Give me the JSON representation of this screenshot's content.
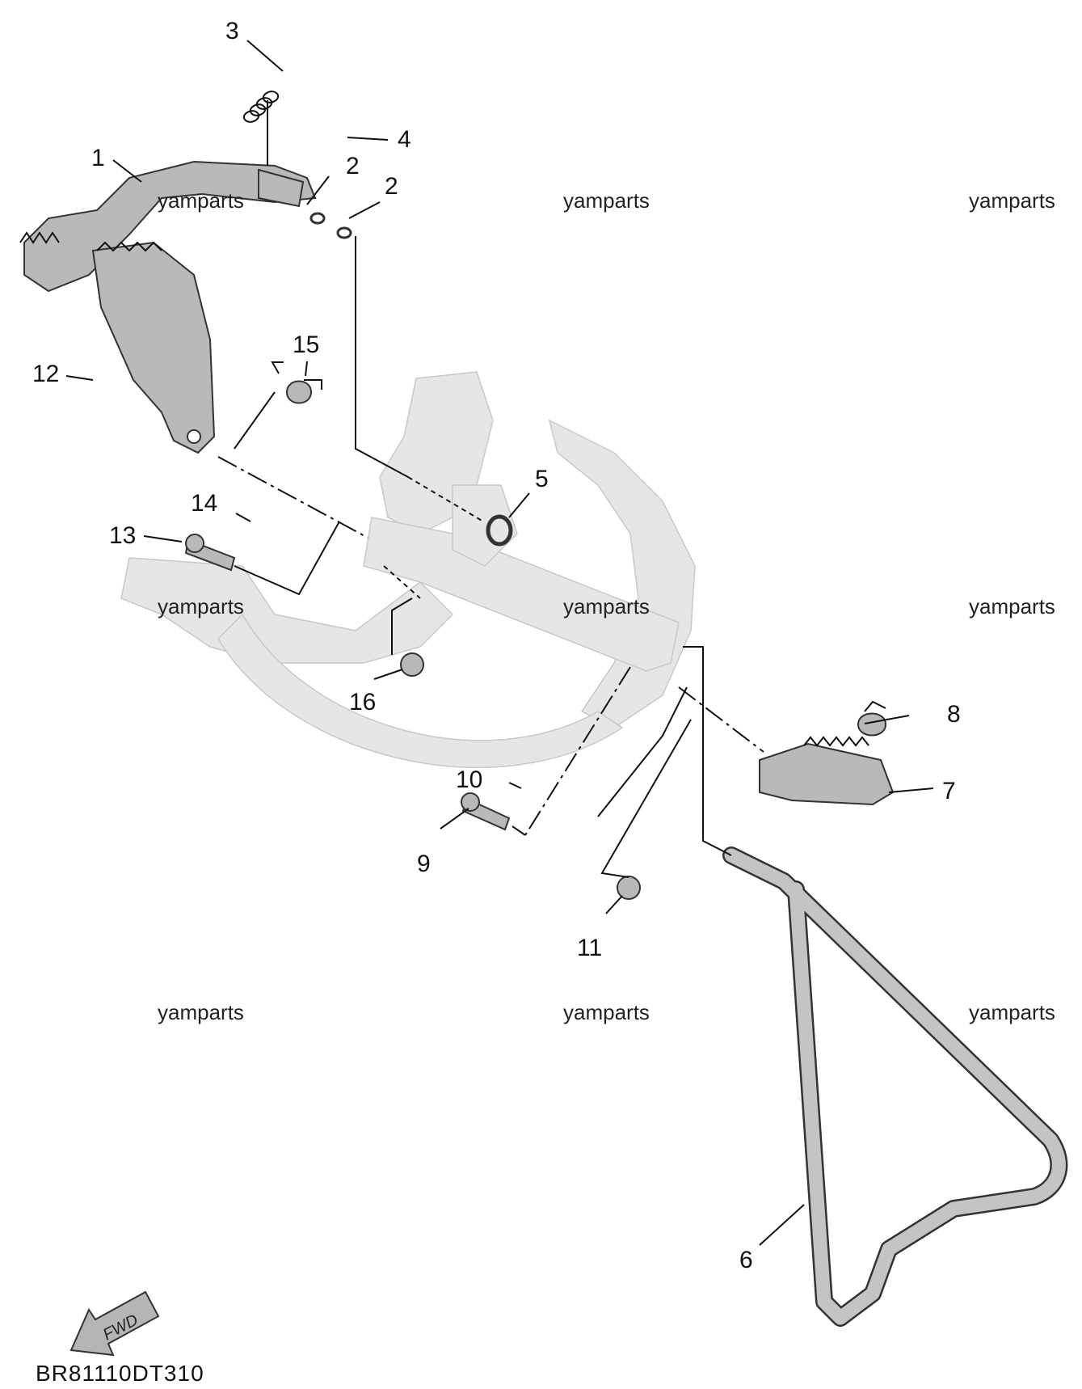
{
  "diagram": {
    "callouts": [
      "1",
      "2",
      "2",
      "3",
      "4",
      "5",
      "6",
      "7",
      "8",
      "9",
      "10",
      "11",
      "12",
      "13",
      "14",
      "15",
      "16"
    ],
    "watermark": "yamparts",
    "fwd_label": "FWD",
    "diagram_code": "BR81110DT310"
  }
}
